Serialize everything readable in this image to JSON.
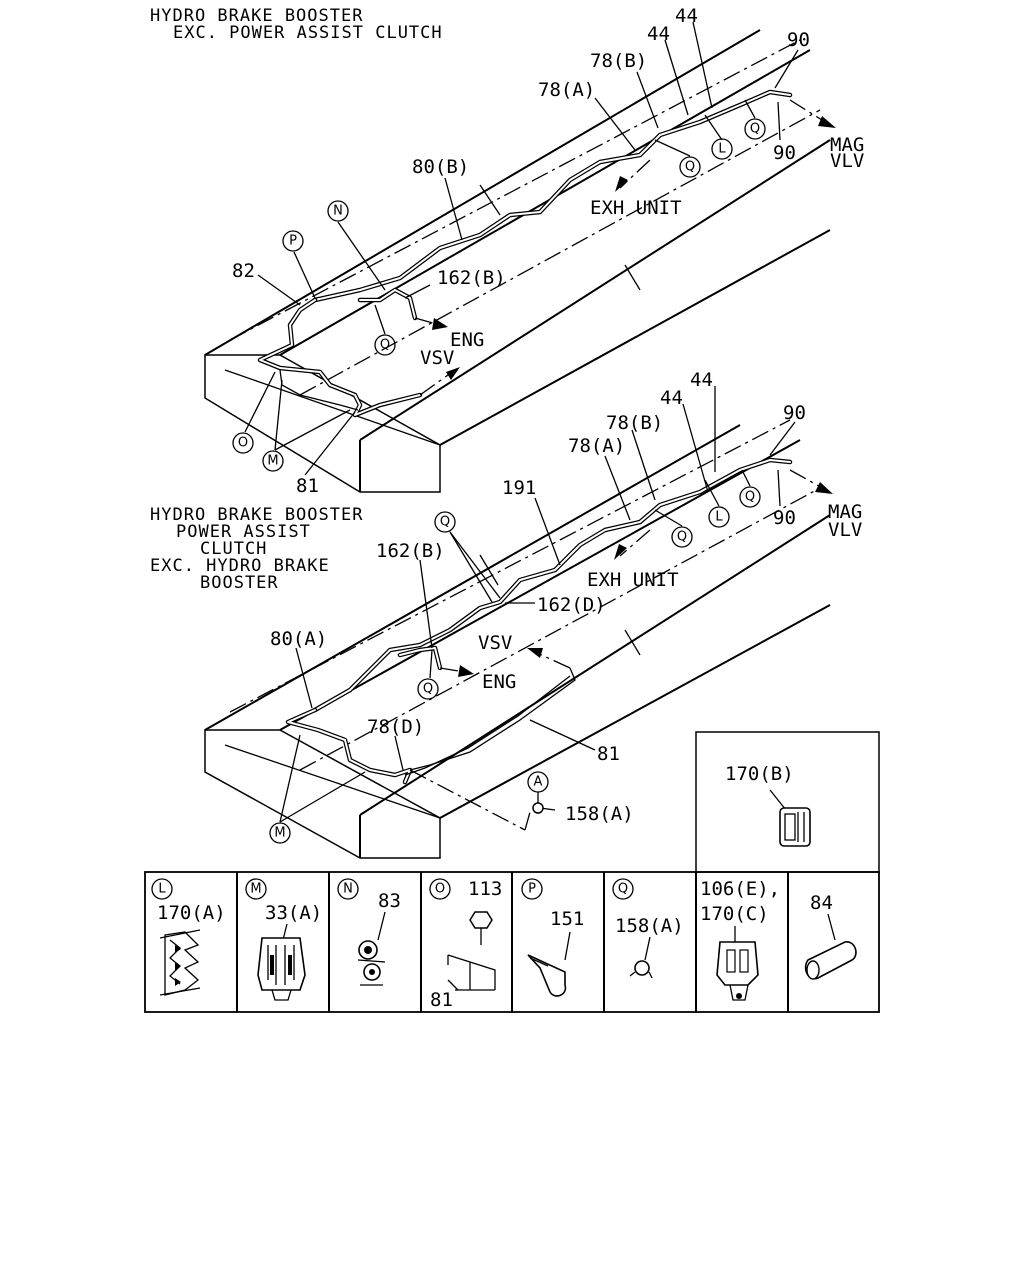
{
  "upper_view": {
    "header": [
      "HYDRO BRAKE BOOSTER",
      "EXC. POWER ASSIST CLUTCH"
    ],
    "part_labels": [
      "44",
      "44",
      "90",
      "78(B)",
      "78(A)",
      "80(B)",
      "90",
      "162(B)",
      "82",
      "81"
    ],
    "callouts": [
      "N",
      "P",
      "Q",
      "Q",
      "Q",
      "L",
      "O",
      "M"
    ],
    "directions": [
      "MAG",
      "VLV",
      "EXH UNIT",
      "ENG",
      "VSV"
    ]
  },
  "lower_view": {
    "header": [
      "HYDRO BRAKE BOOSTER",
      "POWER ASSIST",
      "CLUTCH",
      "EXC. HYDRO BRAKE",
      "BOOSTER"
    ],
    "part_labels": [
      "44",
      "44",
      "90",
      "78(B)",
      "78(A)",
      "191",
      "90",
      "162(B)",
      "162(D)",
      "80(A)",
      "81",
      "78(D)",
      "158(A)"
    ],
    "callouts": [
      "Q",
      "Q",
      "Q",
      "Q",
      "L",
      "M",
      "A"
    ],
    "directions": [
      "MAG",
      "VLV",
      "EXH UNIT",
      "VSV",
      "ENG"
    ]
  },
  "detail_inset": {
    "part": "170(B)"
  },
  "legend": [
    {
      "letter": "L",
      "parts": [
        "170(A)"
      ]
    },
    {
      "letter": "M",
      "parts": [
        "33(A)"
      ]
    },
    {
      "letter": "N",
      "parts": [
        "83"
      ]
    },
    {
      "letter": "O",
      "parts": [
        "113",
        "81"
      ]
    },
    {
      "letter": "P",
      "parts": [
        "151"
      ]
    },
    {
      "letter": "Q",
      "parts": [
        "158(A)"
      ]
    },
    {
      "letter": "",
      "parts": [
        "106(E),",
        "170(C)"
      ]
    },
    {
      "letter": "",
      "parts": [
        "84"
      ]
    }
  ]
}
